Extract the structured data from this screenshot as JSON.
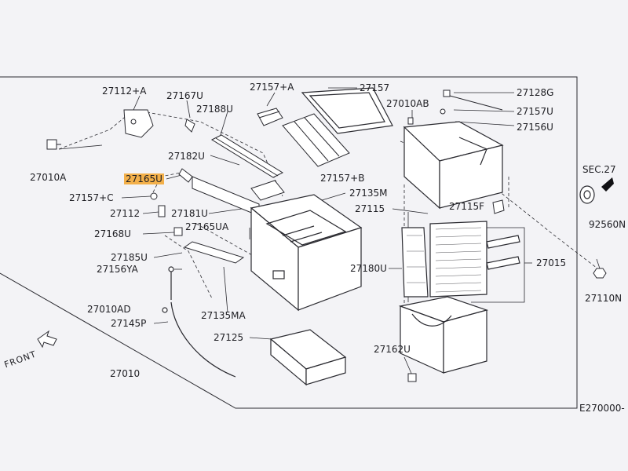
{
  "callouts": {
    "p27112_a": "27112+A",
    "p27167u": "27167U",
    "p27157_a": "27157+A",
    "p27157": "27157",
    "p27128g": "27128G",
    "p27188u": "27188U",
    "p27010ab": "27010AB",
    "p27157u": "27157U",
    "p27156u": "27156U",
    "p27010a": "27010A",
    "p27182u": "27182U",
    "p27165u": "27165U",
    "p27157_b": "27157+B",
    "sec": "SEC.27",
    "p27157_c": "27157+C",
    "p27135m": "27135M",
    "p27112": "27112",
    "p27181u": "27181U",
    "p27115": "27115",
    "p27115f": "27115F",
    "p92560n": "92560N",
    "p27168u": "27168U",
    "p27165ua": "27165UA",
    "p27185u": "27185U",
    "p27015": "27015",
    "p27180u": "27180U",
    "p27156ya": "27156YA",
    "p27110n": "27110N",
    "p27010ad": "27010AD",
    "p27145p": "27145P",
    "p27135ma": "27135MA",
    "p27125": "27125",
    "p27162u": "27162U",
    "p27010": "27010",
    "front": "FRONT",
    "ref": "E270000-"
  },
  "colors": {
    "background": "#f3f3f6",
    "line": "#222228",
    "highlight": "#f3b04a"
  }
}
